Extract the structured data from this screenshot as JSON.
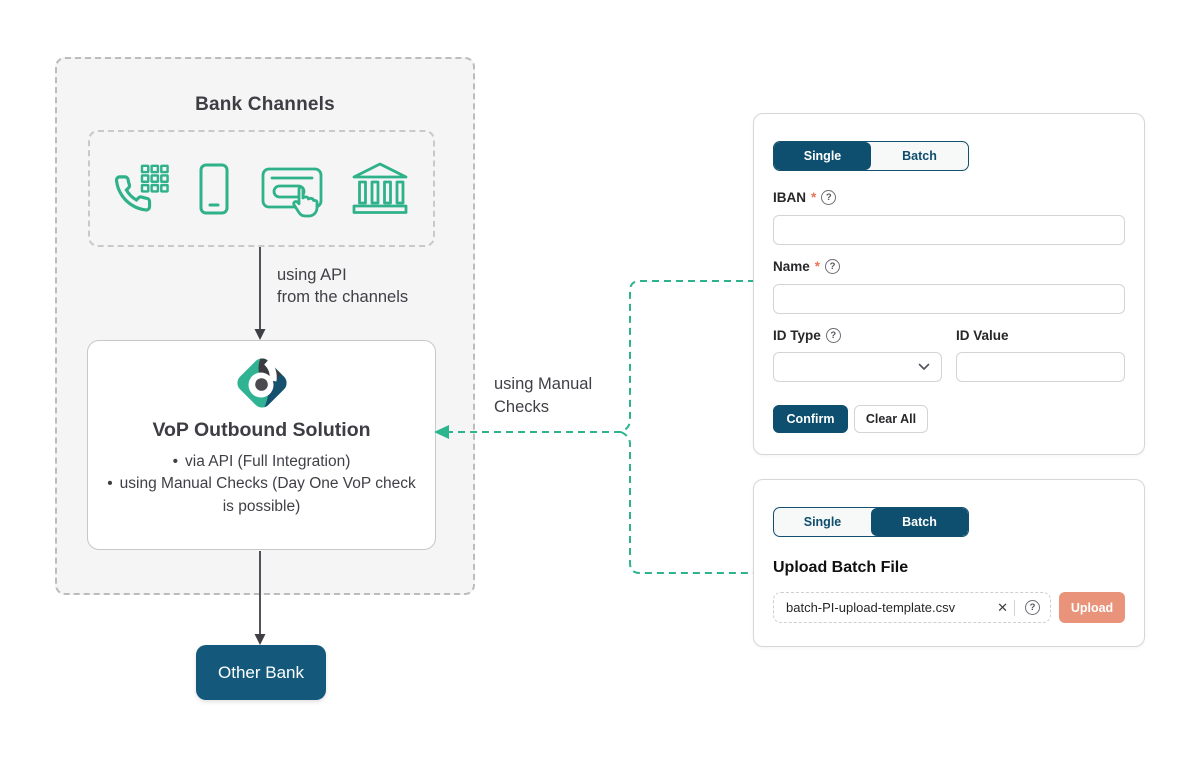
{
  "diagram": {
    "bank_channels_title": "Bank Channels",
    "channel_icons": [
      "phone-keypad",
      "smartphone",
      "card-terminal-touch",
      "bank-building"
    ],
    "api_arrow_label_line1": "using API",
    "api_arrow_label_line2": "from the channels",
    "manual_checks_label_line1": "using Manual",
    "manual_checks_label_line2": "Checks",
    "vop_box": {
      "title": "VoP Outbound Solution",
      "bullets": [
        "via API (Full Integration)",
        "using Manual Checks (Day One VoP check is possible)"
      ]
    },
    "other_bank_label": "Other Bank"
  },
  "single_form": {
    "tabs": {
      "single": "Single",
      "batch": "Batch"
    },
    "active_tab": "Single",
    "required_marker": "*",
    "iban_label": "IBAN",
    "iban_value": "",
    "name_label": "Name",
    "name_value": "",
    "id_type_label": "ID Type",
    "id_type_value": "",
    "id_value_label": "ID Value",
    "id_value_value": "",
    "confirm_label": "Confirm",
    "clear_all_label": "Clear All"
  },
  "batch_form": {
    "tabs": {
      "single": "Single",
      "batch": "Batch"
    },
    "active_tab": "Batch",
    "heading": "Upload Batch File",
    "file_name": "batch-PI-upload-template.csv",
    "upload_label": "Upload"
  },
  "icons": {
    "question": "?",
    "close": "✕"
  },
  "colors": {
    "navy": "#0e4e6e",
    "navy_node": "#14597b",
    "green": "#2fb189",
    "connector_green": "#2db48e",
    "salmon": "#e8937a",
    "required_red": "#e97456",
    "diagram_text": "#3f3f46",
    "panel_border": "#d7d7da",
    "box_bg": "#f5f5f6"
  }
}
